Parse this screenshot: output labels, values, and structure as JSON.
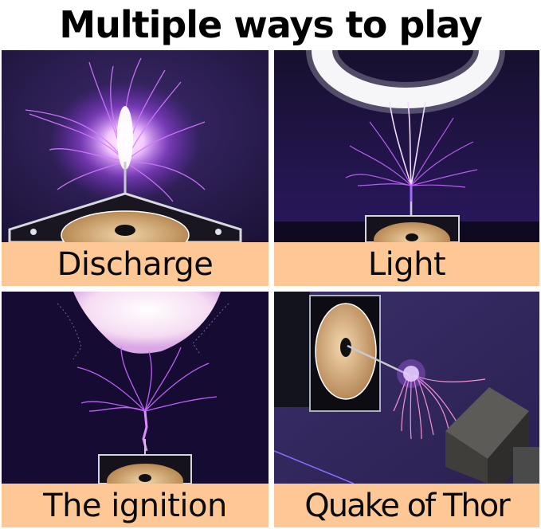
{
  "page": {
    "title": "Multiple ways to play"
  },
  "colors": {
    "background": "#ffffff",
    "label_band": "#fdc896",
    "label_text": "#0a0a0a",
    "arc_purple": "#c85cff",
    "arc_core": "#ffffff",
    "photo_bg_dark": "#1a0f3a",
    "copper_disc": "#d8b07a"
  },
  "panels": [
    {
      "id": "discharge",
      "label": "Discharge",
      "scene": "Tesla coil on square acrylic base with copper disc, large purple plasma arc discharging upward from rod"
    },
    {
      "id": "light",
      "label": "Light",
      "scene": "Glowing white ring light above Tesla coil, branching purple arcs between rod and ring"
    },
    {
      "id": "ignition",
      "label": "The ignition",
      "scene": "White-pink paper/flame shape above Tesla coil igniting from branching purple arcs"
    },
    {
      "id": "thor",
      "label": "Quake of Thor",
      "scene": "Sideways Tesla coil box with copper disc, arc sparks striking a small hammer (Mjolnir) on a purple table"
    }
  ]
}
